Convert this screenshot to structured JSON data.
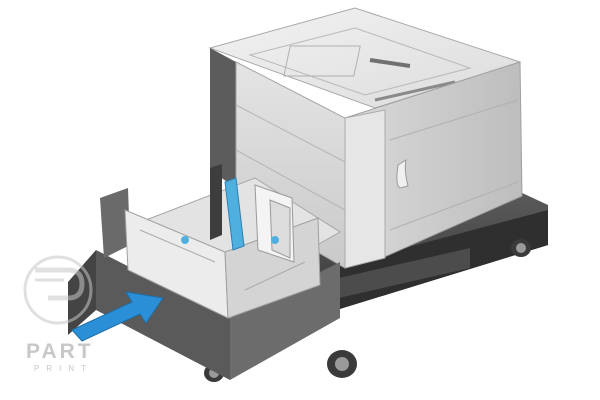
{
  "image": {
    "subject": "printer-paper-tray-cabinet",
    "colors": {
      "body_light": "#e7e7e7",
      "body_mid": "#d2d2d2",
      "body_dark": "#5c5c5c",
      "stand": "#4a4a4a",
      "arrow": "#2a8fd6",
      "guide": "#4fb0e0",
      "watermark": "#c8c8c8"
    }
  },
  "watermark": {
    "text": "PART",
    "subtext": "PRINT"
  }
}
